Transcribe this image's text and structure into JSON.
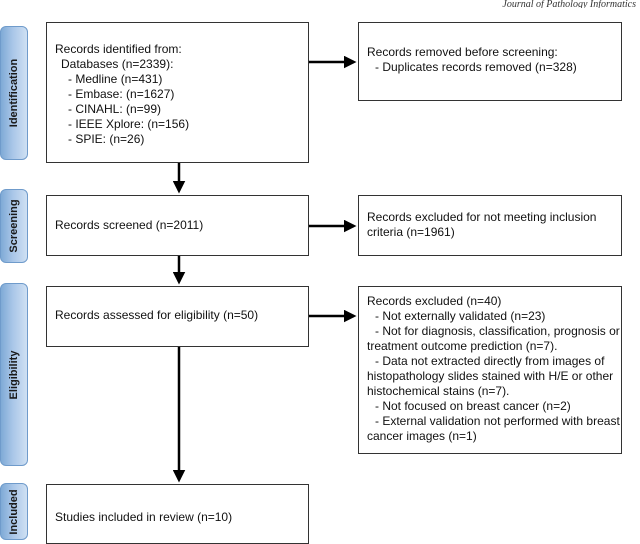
{
  "header": {
    "journal": "Journal of Pathology Informatics"
  },
  "stages": {
    "identification": "Identification",
    "screening": "Screening",
    "eligibility": "Eligibility",
    "included": "Included"
  },
  "identification": {
    "title": "Records identified from:",
    "databases_label": "Databases (n=2339):",
    "sources": [
      "- Medline (n=431)",
      "- Embase: (n=1627)",
      "- CINAHL: (n=99)",
      "- IEEE Xplore: (n=156)",
      "- SPIE: (n=26)"
    ],
    "removed_title": "Records removed before screening:",
    "removed_detail": "- Duplicates records removed (n=328)"
  },
  "screening": {
    "screened": "Records screened (n=2011)",
    "excluded_line1": "Records excluded for not meeting inclusion",
    "excluded_line2": "criteria (n=1961)"
  },
  "eligibility": {
    "assessed": "Records assessed for eligibility (n=50)",
    "excluded_title": "Records excluded (n=40)",
    "reasons": [
      {
        "lines": [
          "- Not externally validated (n=23)"
        ]
      },
      {
        "lines": [
          "- Not for diagnosis, classification, prognosis or",
          "treatment outcome prediction (n=7)."
        ]
      },
      {
        "lines": [
          "- Data not extracted directly from images of",
          "histopathology slides stained with H/E or other",
          "histochemical stains (n=7)."
        ]
      },
      {
        "lines": [
          "- Not focused on breast cancer (n=2)"
        ]
      },
      {
        "lines": [
          "- External validation not performed with breast",
          "cancer images (n=1)"
        ]
      }
    ]
  },
  "included": {
    "studies": "Studies included in review (n=10)"
  }
}
